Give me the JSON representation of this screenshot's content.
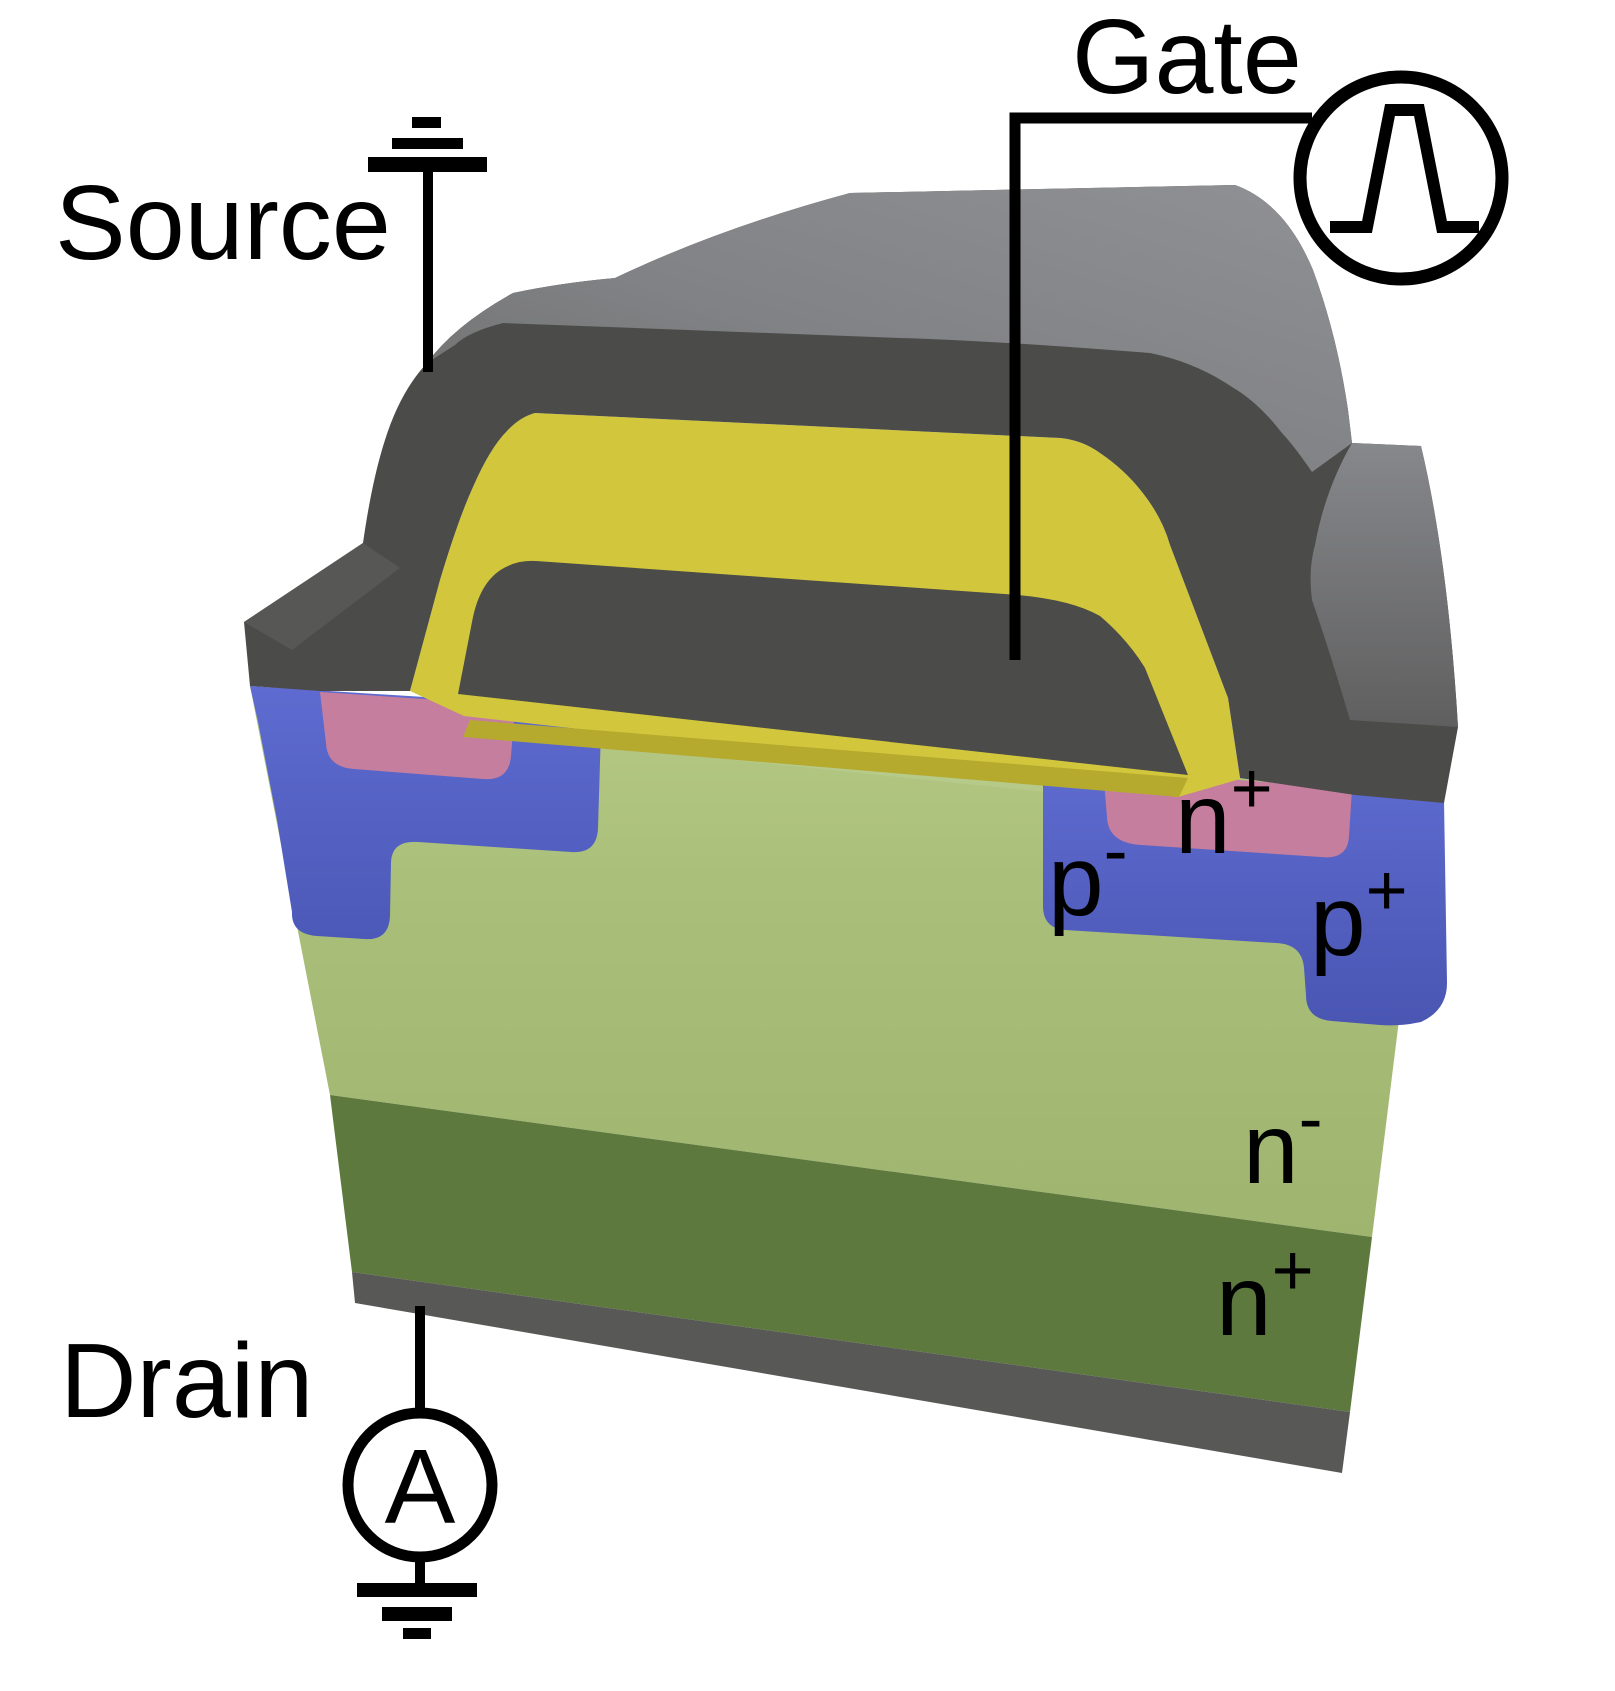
{
  "labels": {
    "gate": "Gate",
    "source": "Source",
    "drain": "Drain",
    "ammeter": "A"
  },
  "regions": {
    "p_minus": {
      "base": "p",
      "sup": "-"
    },
    "n_plus_source": {
      "base": "n",
      "sup": "+"
    },
    "p_plus": {
      "base": "p",
      "sup": "+"
    },
    "n_minus_drift": {
      "base": "n",
      "sup": "-"
    },
    "n_plus_substrate": {
      "base": "n",
      "sup": "+"
    }
  },
  "colors": {
    "background": "#ffffff",
    "metal_dark": "#4b4b49",
    "metal_top_light": "#8a8b8e",
    "gate_yellow": "#d2c73c",
    "gate_yellow_shadow": "#b5aa2e",
    "p_well_blue": "#5866c8",
    "n_source_pink": "#c67e9e",
    "n_drift_green": "#a8be78",
    "n_substrate_green": "#5d793e",
    "drain_metal": "#585856",
    "wire_black": "#000000"
  }
}
